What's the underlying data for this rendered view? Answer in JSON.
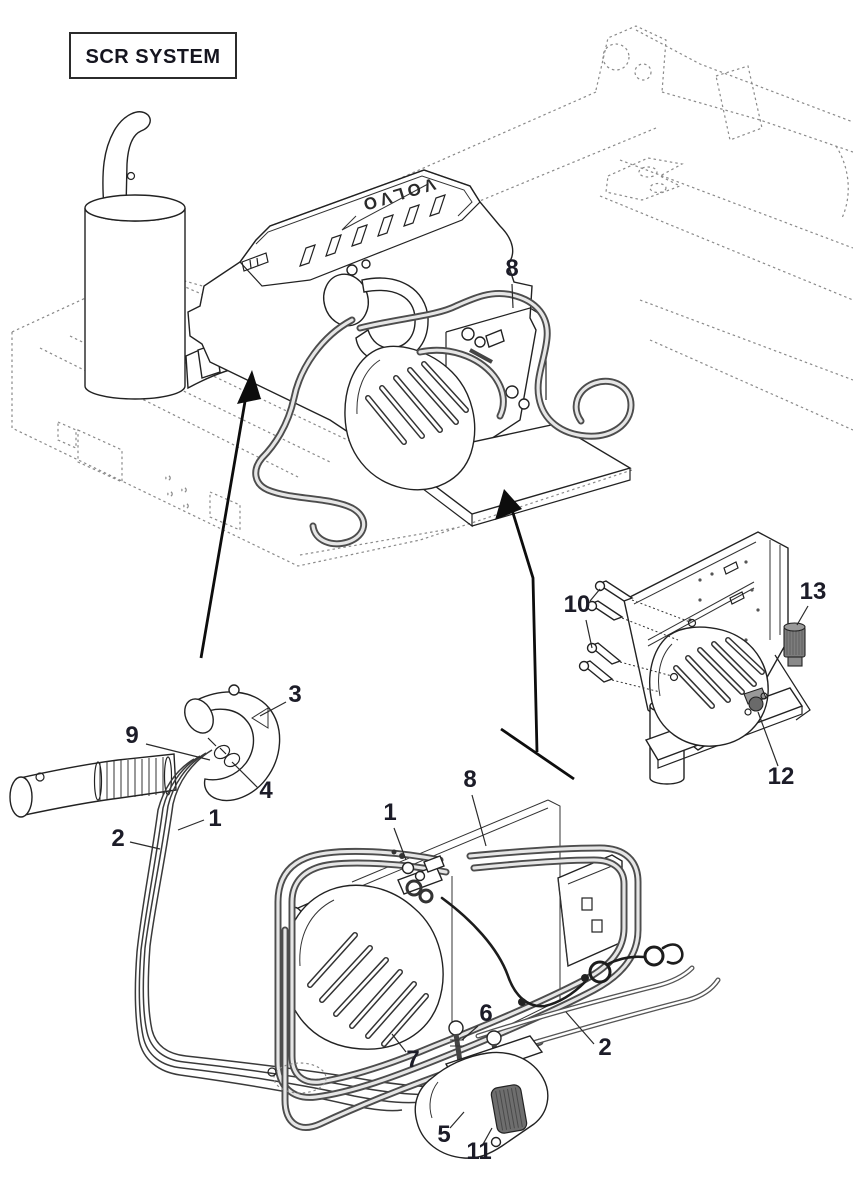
{
  "diagram": {
    "title": "SCR SYSTEM",
    "engine_brand_text": "VOLVO",
    "colors": {
      "background": "#ffffff",
      "line_art": "#222222",
      "frame_dashed": "#8a8a8a",
      "hose_outline": "#4d4d4d",
      "hose_fill": "#e6e6e6",
      "arrow": "#0d0d0d",
      "callout_text": "#1c1c28",
      "canister_gray": "#7d7d7d",
      "filter_gray": "#6e6e6e"
    },
    "callouts": [
      {
        "label": "8"
      },
      {
        "label": "3"
      },
      {
        "label": "9"
      },
      {
        "label": "4"
      },
      {
        "label": "1"
      },
      {
        "label": "2"
      },
      {
        "label": "10"
      },
      {
        "label": "13"
      },
      {
        "label": "12"
      },
      {
        "label": "1"
      },
      {
        "label": "8"
      },
      {
        "label": "6"
      },
      {
        "label": "2"
      },
      {
        "label": "7"
      },
      {
        "label": "5"
      },
      {
        "label": "11"
      }
    ]
  }
}
